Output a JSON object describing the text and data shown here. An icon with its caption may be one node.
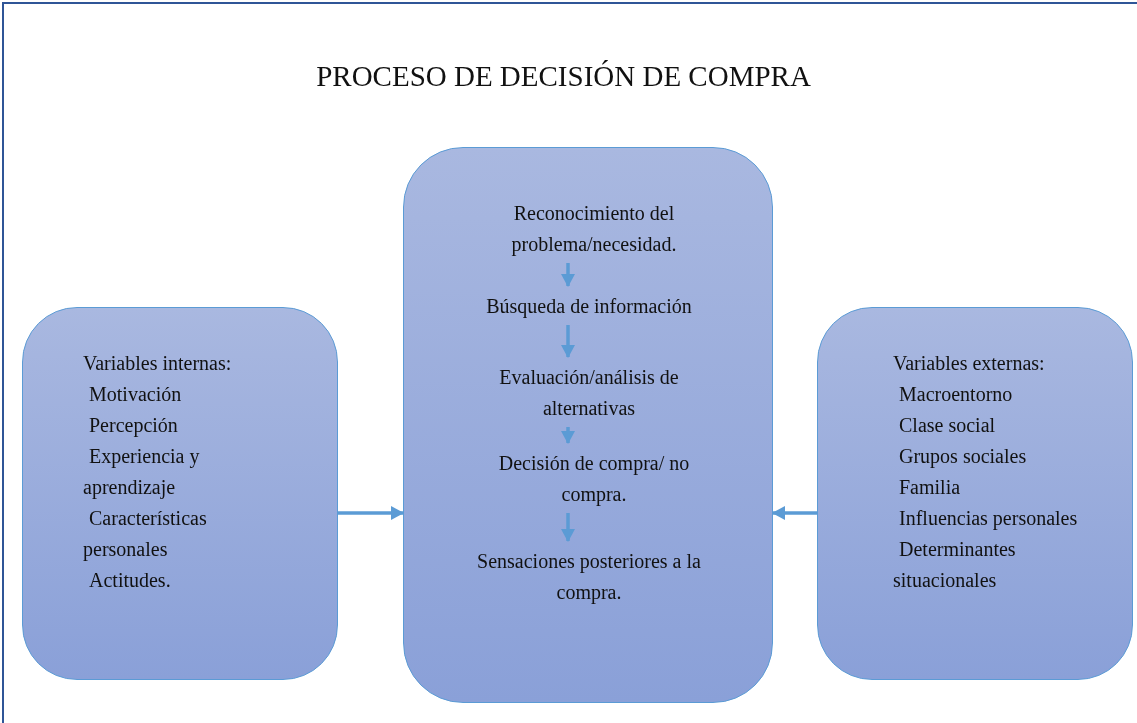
{
  "diagram": {
    "title": "PROCESO DE DECISIÓN DE COMPRA",
    "nodes": [
      {
        "text": [
          "Variables internas:",
          "Motivación",
          "Percepción",
          "Experiencia y aprendizaje",
          "Características personales",
          "Actitudes."
        ]
      },
      {
        "text": [],
        "shape": "box"
      },
      {
        "text": [
          "Reconocimiento del problema/necesidad."
        ],
        "in": 1
      },
      {
        "text": [
          "Búsqueda de información"
        ],
        "in": 1
      },
      {
        "text": [
          "Evaluación/análisis de alternativas"
        ],
        "in": 1
      },
      {
        "text": [
          "Decisión de compra/ no compra."
        ],
        "in": 1
      },
      {
        "text": [
          "Sensaciones posteriores a la compra."
        ],
        "in": 1
      },
      {
        "text": [
          "Variables externas:",
          "Macroentorno",
          "Clase social",
          "Grupos sociales",
          "Familia",
          "Influencias personales",
          "Determinantes situacionales"
        ]
      }
    ],
    "edges": [
      {
        "from": 0,
        "to": 1,
        "arrow": "to"
      },
      {
        "from": 7,
        "to": 1,
        "arrow": "to"
      },
      {
        "from": 2,
        "to": 3,
        "arrow": "to"
      },
      {
        "from": 3,
        "to": 4,
        "arrow": "to"
      },
      {
        "from": 4,
        "to": 5,
        "arrow": "to"
      },
      {
        "from": 5,
        "to": 6,
        "arrow": "to"
      }
    ]
  }
}
